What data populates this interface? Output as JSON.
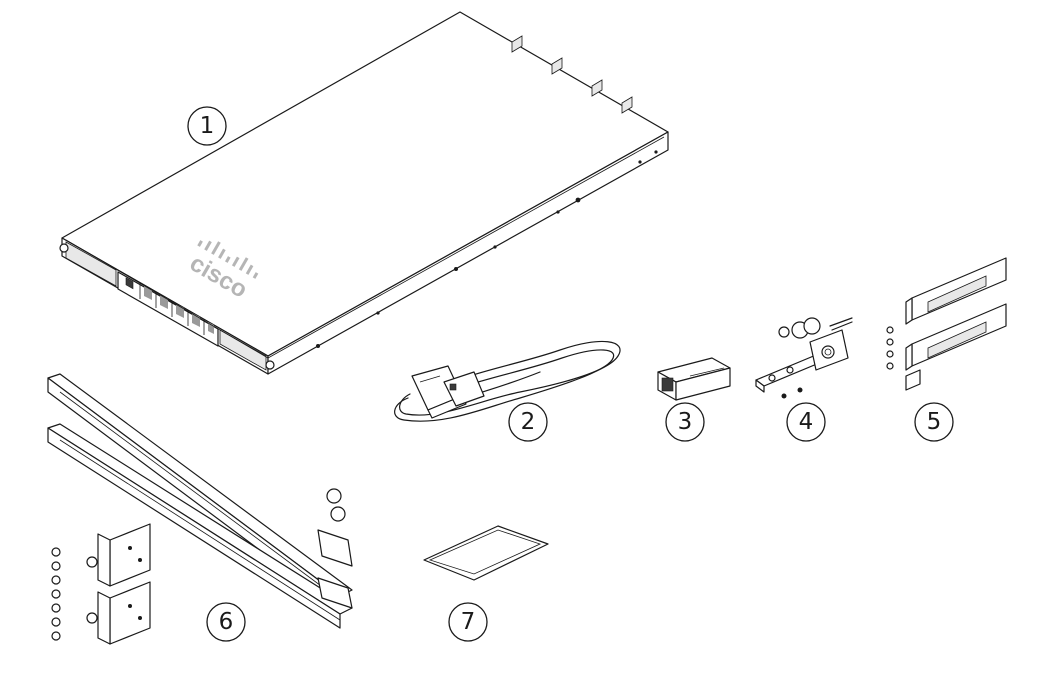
{
  "brand_logo_text": "cisco",
  "callouts": [
    "1",
    "2",
    "3",
    "4",
    "5",
    "6",
    "7"
  ]
}
